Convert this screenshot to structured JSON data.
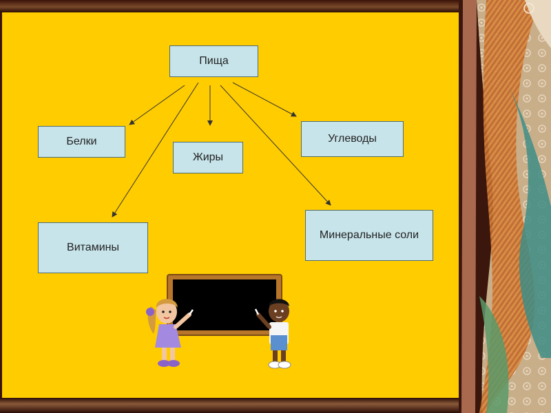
{
  "diagram": {
    "root": "Пища",
    "children": [
      "Белки",
      "Жиры",
      "Углеводы",
      "Витамины",
      "Минеральные соли"
    ]
  },
  "colors": {
    "background": "#ffcc00",
    "node_fill": "#c7e4ea",
    "node_border": "#4b6b74",
    "arrow": "#333333",
    "chalkboard": "#000000",
    "chalkboard_frame": "#b8762a"
  }
}
